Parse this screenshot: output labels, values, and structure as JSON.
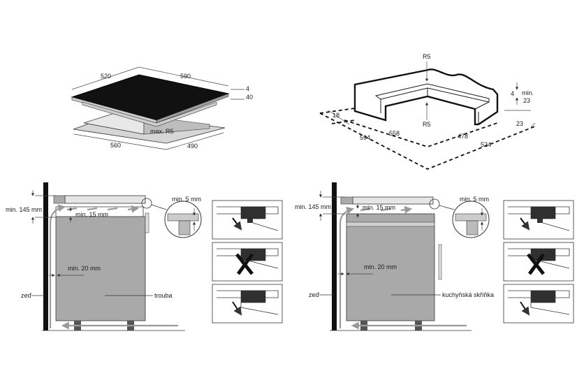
{
  "hob": {
    "top_width": "520",
    "top_depth": "590",
    "thickness_small": "4",
    "thickness_total": "40",
    "radius": "max. R5",
    "cut_width": "560",
    "cut_depth": "490"
  },
  "cutout": {
    "radius_top": "R5",
    "radius_bottom": "R5",
    "depth_small": "4",
    "min_label": "min.",
    "min_value": "23",
    "frame_width": "23",
    "left_edge": "18",
    "inner_width": "558",
    "outer_width": "594",
    "inner_depth": "478",
    "outer_depth": "524"
  },
  "oven_install": {
    "min_top_gap": "min. 145 mm",
    "min_15": "min. 15 mm",
    "min_5": "min. 5 mm",
    "min_20": "min. 20 mm",
    "wall_label": "zeď",
    "appliance_label": "trouba"
  },
  "cabinet_install": {
    "min_top_gap": "min. 145 mm",
    "min_15": "min. 15 mm",
    "min_5": "min. 5 mm",
    "min_20": "min. 20 mm",
    "wall_label": "zeď",
    "appliance_label": "kuchyňská skříňka"
  }
}
